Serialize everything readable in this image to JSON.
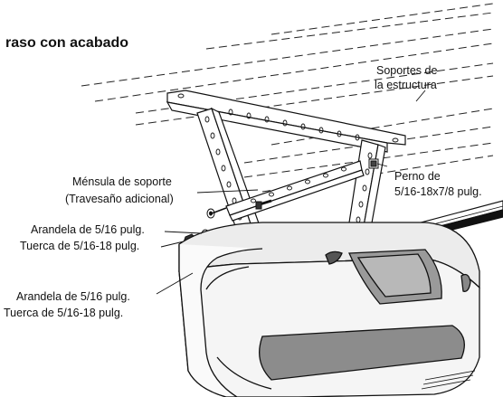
{
  "title": "raso con acabado",
  "labels": {
    "soportes_line1": "Soportes de",
    "soportes_line2": "la estructura",
    "mensula_line1": "Ménsula de soporte",
    "mensula_line2": "(Travesaño adicional)",
    "perno_line1": "Perno de",
    "perno_line2": "5/16-18x7/8 pulg.",
    "arandela_1": "Arandela de 5/16 pulg.",
    "tuerca_1": "Tuerca de 5/16-18 pulg.",
    "arandela_2": "Arandela de 5/16 pulg.",
    "tuerca_2": "Tuerca de 5/16-18 pulg."
  },
  "icons": [
    "ceiling-joists",
    "angle-iron-bracket",
    "bolt-icon",
    "washer-icon",
    "nut-icon",
    "garage-door-opener-motor-unit",
    "rail"
  ]
}
